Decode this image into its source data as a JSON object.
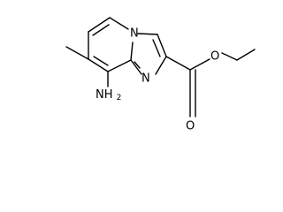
{
  "molecule": {
    "atoms": {
      "ring_nitrogen": "N",
      "imidazole_nitrogen": "N",
      "ester_oxygen": "O",
      "carbonyl_oxygen": "O",
      "amino_group": {
        "main": "NH",
        "subscript": "2"
      }
    },
    "colors": {
      "bond": "#000000",
      "label": "#000000",
      "background": "#ffffff"
    }
  }
}
